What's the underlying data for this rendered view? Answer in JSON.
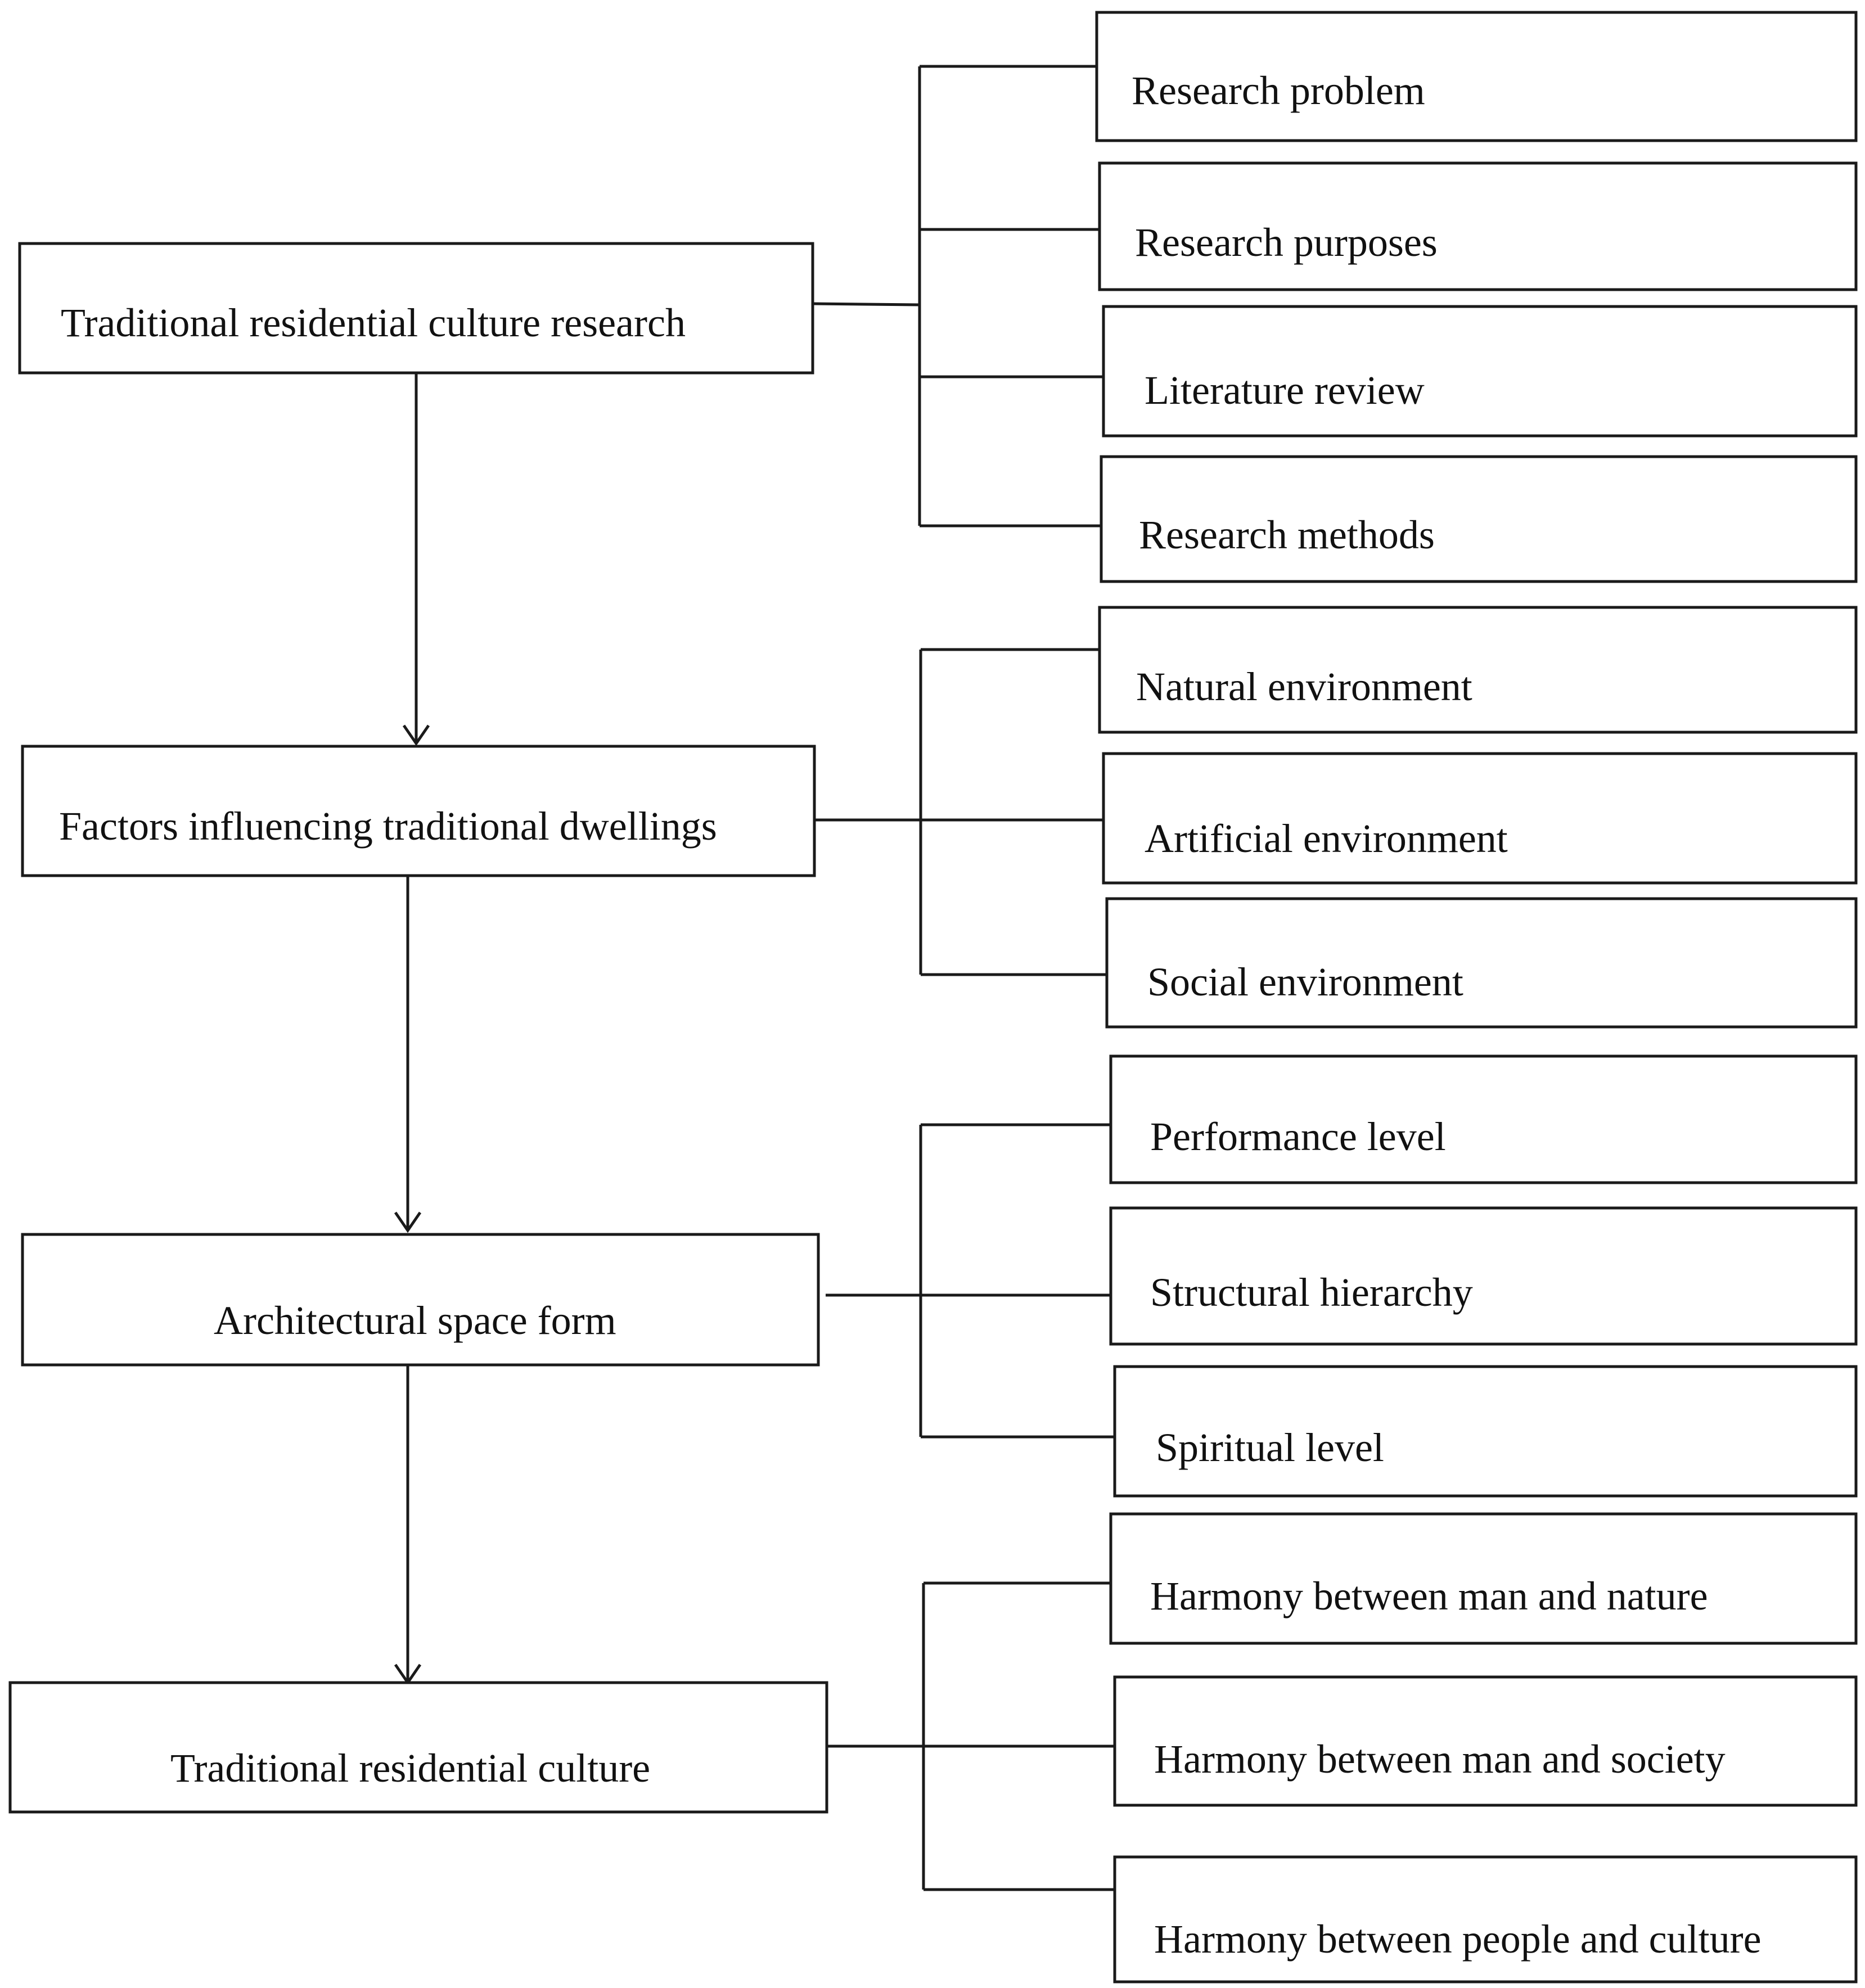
{
  "diagram": {
    "main_steps": [
      {
        "id": "step-1",
        "label": "Traditional residential culture research"
      },
      {
        "id": "step-2",
        "label": "Factors influencing traditional dwellings"
      },
      {
        "id": "step-3",
        "label": "Architectural space form"
      },
      {
        "id": "step-4",
        "label": "Traditional residential culture"
      }
    ],
    "branches": [
      {
        "parent": "step-1",
        "items": [
          "Research problem",
          "Research purposes",
          "Literature review",
          "Research methods"
        ]
      },
      {
        "parent": "step-2",
        "items": [
          "Natural environment",
          "Artificial environment",
          "Social environment"
        ]
      },
      {
        "parent": "step-3",
        "items": [
          "Performance level",
          "Structural hierarchy",
          "Spiritual level"
        ]
      },
      {
        "parent": "step-4",
        "items": [
          "Harmony between man and nature",
          "Harmony between man and society",
          "Harmony between people and culture"
        ]
      }
    ]
  }
}
